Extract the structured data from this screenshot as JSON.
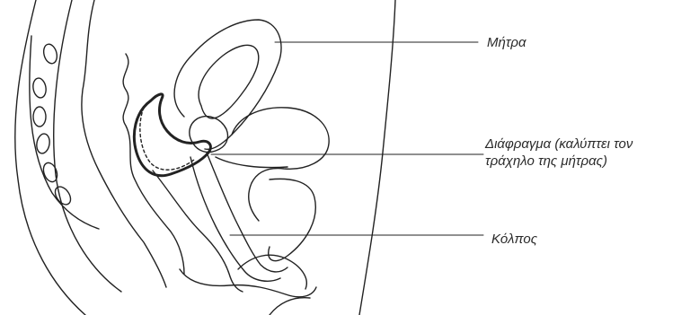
{
  "labels": {
    "uterus": "Μήτρα",
    "diaphragm_line1": "Διάφραγμα (καλύπτει τον",
    "diaphragm_line2": "τράχηλο της μήτρας)",
    "vagina": "Κόλπος"
  },
  "colors": {
    "stroke": "#222222",
    "background": "#ffffff"
  }
}
